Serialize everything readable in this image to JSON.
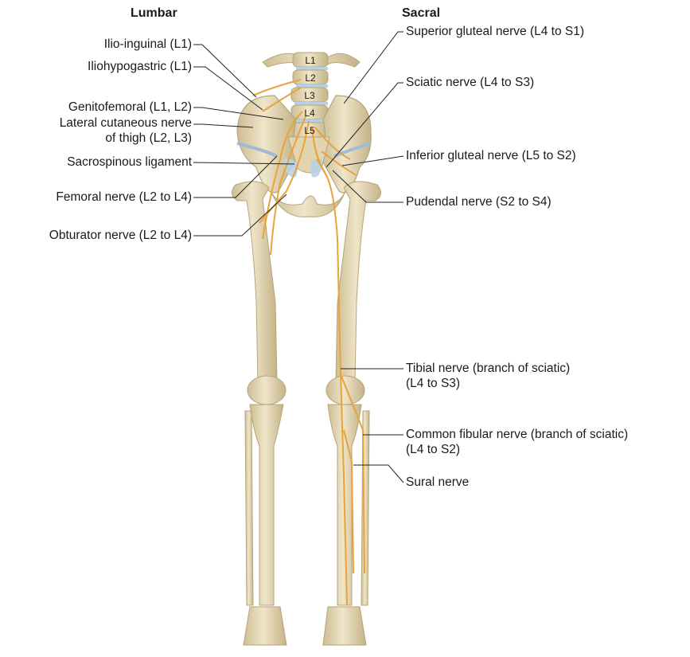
{
  "headers": {
    "lumbar": "Lumbar",
    "sacral": "Sacral"
  },
  "vertebrae": [
    "L1",
    "L2",
    "L3",
    "L4",
    "L5"
  ],
  "left_labels": {
    "ilioinguinal": "Ilio-inguinal (L1)",
    "iliohypogastric": "Iliohypogastric (L1)",
    "genitofemoral": "Genitofemoral (L1, L2)",
    "lateral_cutaneous_1": "Lateral cutaneous nerve",
    "lateral_cutaneous_2": "of thigh (L2, L3)",
    "sacrospinous": "Sacrospinous ligament",
    "femoral": "Femoral nerve (L2 to L4)",
    "obturator": "Obturator nerve (L2 to L4)"
  },
  "right_labels": {
    "superior_gluteal": "Superior gluteal nerve (L4 to S1)",
    "sciatic": "Sciatic nerve (L4 to S3)",
    "inferior_gluteal": "Inferior gluteal nerve (L5 to S2)",
    "pudendal": "Pudendal nerve (S2 to S4)",
    "tibial_1": "Tibial nerve (branch of sciatic)",
    "tibial_2": "(L4 to S3)",
    "fibular_1": "Common fibular nerve (branch of sciatic)",
    "fibular_2": "(L4 to S2)",
    "sural": "Sural nerve"
  },
  "colors": {
    "bone": "#e6d9b9",
    "bone_edge": "#b7a57a",
    "nerve": "#e8a33a",
    "ligament": "#b9d0e4",
    "leader": "#222222"
  }
}
